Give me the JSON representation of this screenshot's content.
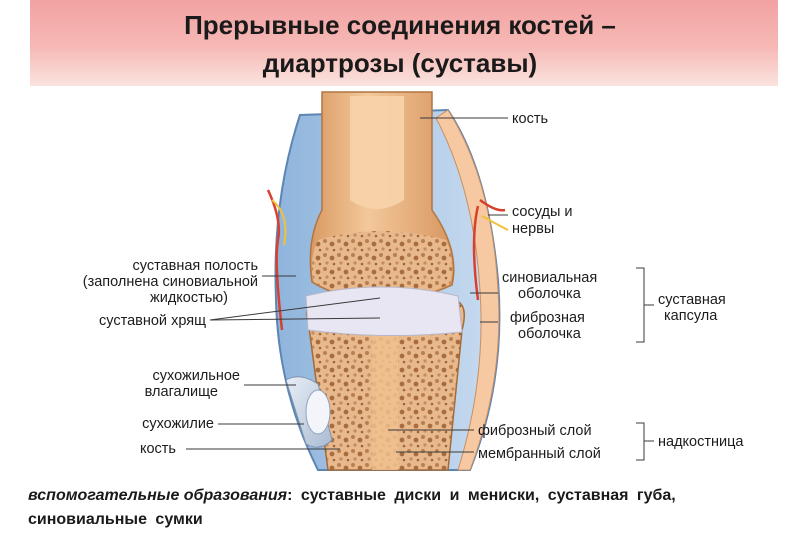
{
  "title": {
    "line1": "Прерывные соединения костей –",
    "line2": "диартрозы (суставы)"
  },
  "labels": {
    "bone_top": "кость",
    "vessels_1": "сосуды и",
    "vessels_2": "нервы",
    "cavity_1": "суставная полость",
    "cavity_2": "(заполнена синовиальной",
    "cavity_3": "жидкостью)",
    "synovial_1": "синовиальная",
    "synovial_2": "оболочка",
    "capsule_1": "суставная",
    "capsule_2": "капсула",
    "fibrous_1": "фиброзная",
    "fibrous_2": "оболочка",
    "cartilage": "суставной хрящ",
    "sheath_1": "сухожильное",
    "sheath_2": "влагалище",
    "tendon": "сухожилие",
    "bone_bottom": "кость",
    "fibrous_layer": "фиброзный слой",
    "membrane_layer": "мембранный слой",
    "periosteum": "надкостница"
  },
  "footer": {
    "emphasis": "вспомогательные образования",
    "colon": ":",
    "rest": " суставные диски и мениски, суставная губа, синовиальные сумки"
  }
}
